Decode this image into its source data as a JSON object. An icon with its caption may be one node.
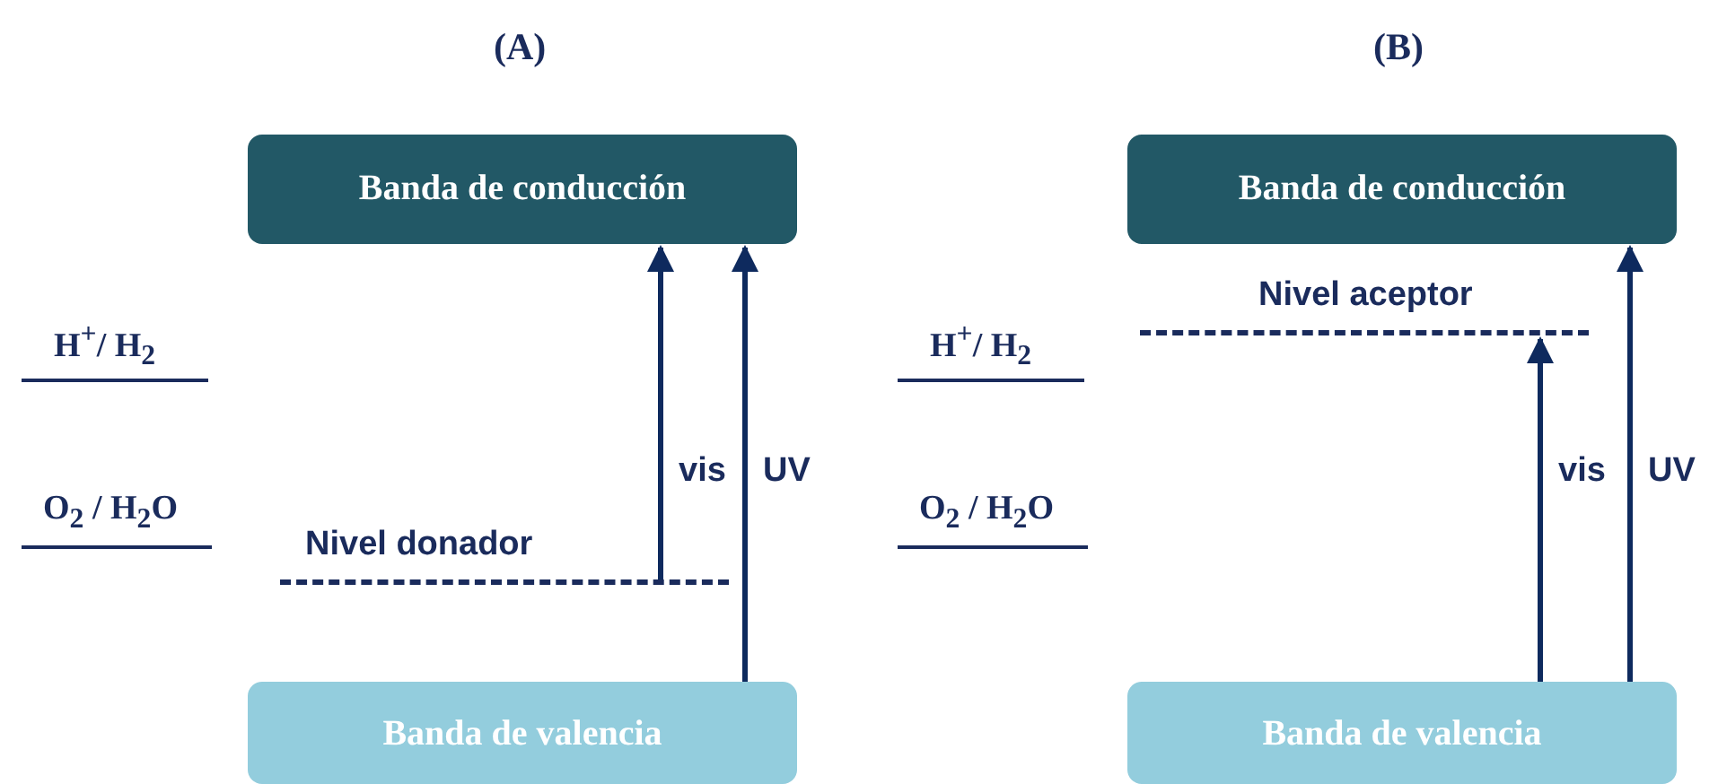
{
  "diagram": {
    "nodes": [
      {
        "text": [
          "Banda de conducción"
        ]
      },
      {
        "text": [
          "Nivel donador"
        ]
      },
      {
        "text": [
          "Banda de valencia"
        ]
      },
      {
        "text": [
          "Banda de conducción"
        ]
      },
      {
        "text": [
          "Nivel aceptor"
        ]
      },
      {
        "text": [
          "Banda de valencia"
        ]
      }
    ],
    "edges": [
      {
        "from": 1,
        "to": 0,
        "arrow": "to",
        "label": "vis"
      },
      {
        "from": 2,
        "to": 0,
        "arrow": "to",
        "label": "UV"
      },
      {
        "from": 5,
        "to": 4,
        "arrow": "to",
        "label": "vis"
      },
      {
        "from": 5,
        "to": 3,
        "arrow": "to",
        "label": "UV"
      }
    ],
    "labels": [
      "(A)",
      "(B)",
      "H$^{+}$/ H$_{2}$",
      "O$_{2}$ / H$_{2}$O",
      "H$^{+}$/ H$_{2}$",
      "O$_{2}$ / H$_{2}$O"
    ]
  }
}
